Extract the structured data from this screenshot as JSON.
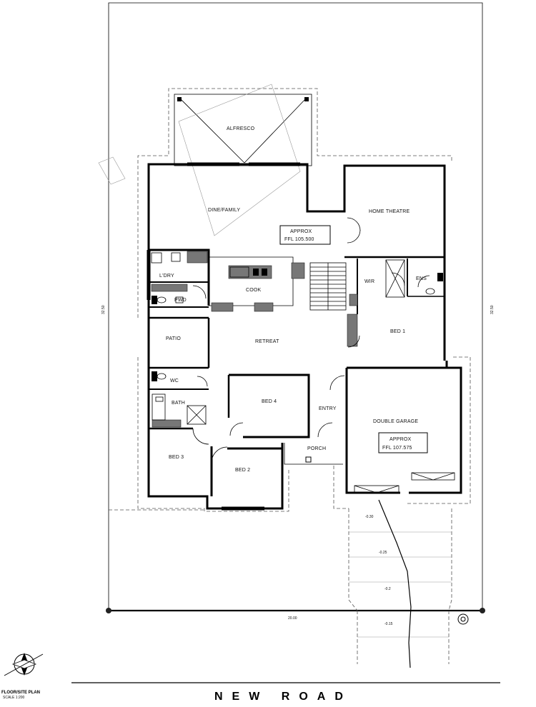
{
  "rooms": {
    "alfresco": "ALFRESCO",
    "dine_family": "DINE/FAMILY",
    "home_theatre": "HOME THEATRE",
    "ldry": "L'DRY",
    "pwd": "PWD",
    "cook": "COOK",
    "wir": "WIR",
    "ens": "ENS",
    "patio": "PATIO",
    "retreat": "RETREAT",
    "bed1": "BED 1",
    "wc": "WC",
    "bath": "BATH",
    "bed4": "BED 4",
    "entry": "ENTRY",
    "double_garage": "DOUBLE GARAGE",
    "bed3": "BED 3",
    "bed2": "BED 2",
    "porch": "PORCH"
  },
  "levels": {
    "house_label": "APPROX",
    "house_ffl": "FFL 105.500",
    "garage_label": "APPROX",
    "garage_ffl": "FFL 107.575"
  },
  "dimensions": {
    "left_side": "32.50",
    "right_side": "32.50",
    "frontage": "20.00"
  },
  "driveway_levels": [
    "-0.30",
    "-0.25",
    "-0.2",
    "-0.15"
  ],
  "road_name": "NEW ROAD",
  "plan_title": "FLOOR/SITE PLAN",
  "plan_scale": "SCALE 1:200"
}
